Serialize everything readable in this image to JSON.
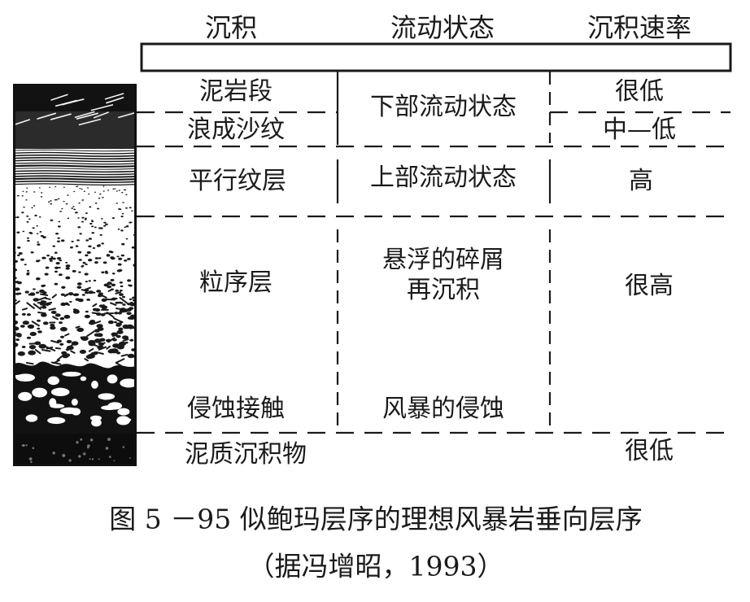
{
  "headers": {
    "deposition": "沉积",
    "flow_regime": "流动状态",
    "rate": "沉积速率"
  },
  "rows": {
    "mudstone": {
      "name": "泥岩段",
      "rate": "很低"
    },
    "ripple": {
      "name": "浪成沙纹",
      "rate": "中—低"
    },
    "lower_flow": "下部流动状态",
    "parallel": {
      "name": "平行纹层",
      "flow": "上部流动状态",
      "rate": "高"
    },
    "graded": {
      "name": "粒序层",
      "flow_line1": "悬浮的碎屑",
      "flow_line2": "再沉积",
      "rate": "很高"
    },
    "erosion": {
      "name": "侵蚀接触",
      "flow": "风暴的侵蚀"
    },
    "mud_deposit": {
      "name": "泥质沉积物",
      "rate": "很低"
    }
  },
  "caption": {
    "line1": "图 5 －95    似鲍玛层序的理想风暴岩垂向层序",
    "line2": "（据冯增昭，1993）"
  }
}
